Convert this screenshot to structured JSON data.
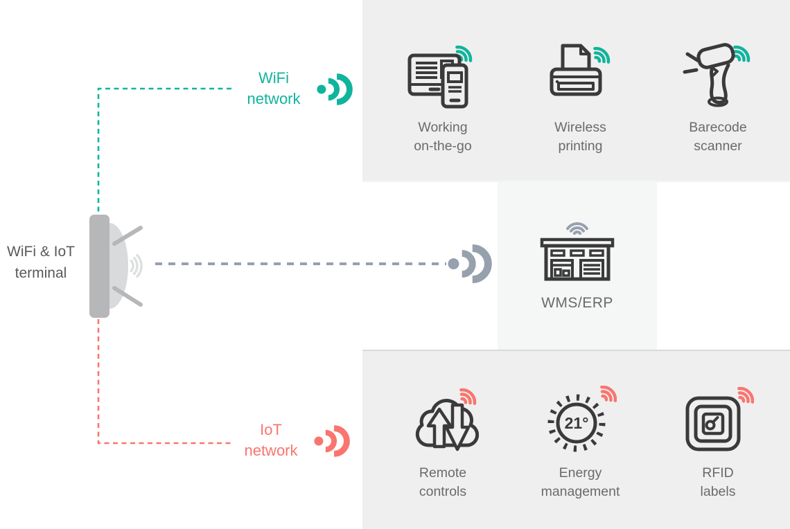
{
  "colors": {
    "teal_accent": "#10b49c",
    "red_accent": "#f9756e",
    "gray_blue": "#97a1ad",
    "icon_dark": "#3a3a3a",
    "label_gray": "#6a6a6a",
    "panel_bg": "#efefef",
    "panel_bg_light": "#f5f6f6"
  },
  "terminal": {
    "line1": "WiFi & IoT",
    "line2": "terminal"
  },
  "wifi_network": {
    "line1": "WiFi",
    "line2": "network"
  },
  "iot_network": {
    "line1": "IoT",
    "line2": "network"
  },
  "wifi_panel": {
    "items": [
      {
        "line1": "Working",
        "line2": "on-the-go",
        "icon": "tablet-phone-icon"
      },
      {
        "line1": "Wireless",
        "line2": "printing",
        "icon": "wireless-printer-icon"
      },
      {
        "line1": "Barecode",
        "line2": "scanner",
        "icon": "barcode-scanner-icon"
      }
    ]
  },
  "wms_panel": {
    "label": "WMS/ERP",
    "icon": "warehouse-icon"
  },
  "iot_panel": {
    "items": [
      {
        "line1": "Remote",
        "line2": "controls",
        "icon": "cloud-transfer-icon"
      },
      {
        "line1": "Energy",
        "line2": "management",
        "icon": "thermostat-icon"
      },
      {
        "line1": "RFID",
        "line2": "labels",
        "icon": "rfid-tag-icon"
      }
    ]
  },
  "thermostat": {
    "value": "21°"
  }
}
